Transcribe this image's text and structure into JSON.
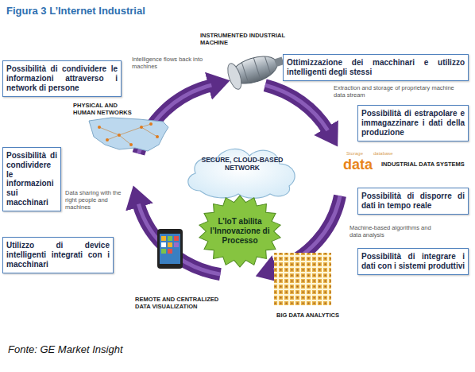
{
  "diagram": {
    "title": "Figura 3 L’Internet Industrial",
    "caption": "Fonte: GE Market Insight",
    "nodes": [
      {
        "text": [
          "Possibilità di condividere le informazioni attraverso i network di persone"
        ]
      },
      {
        "text": [
          "Possibilità di condividere le informazioni sui macchinari"
        ]
      },
      {
        "text": [
          "Utilizzo di device intelligenti integrati con i macchinari"
        ]
      },
      {
        "text": [
          "SECURE, CLOUD-BASED NETWORK"
        ]
      },
      {
        "text": [
          "L’IoT abilita l’Innovazione di Processo"
        ]
      },
      {
        "text": [
          "Ottimizzazione dei macchinari e utilizzo intelligenti degli stessi"
        ]
      },
      {
        "text": [
          "Possibilità di estrapolare e immagazzinare i dati della produzione"
        ]
      },
      {
        "text": [
          "Possibilità di disporre di dati in tempo reale"
        ]
      },
      {
        "text": [
          "Possibilità di integrare i dati con i sistemi produttivi"
        ]
      }
    ],
    "labels": [
      "INSTRUMENTED INDUSTRIAL MACHINE",
      "Intelligence flows back into machines",
      "Extraction and storage of proprietary machine data stream",
      "PHYSICAL AND HUMAN NETWORKS",
      "Storage",
      "database",
      "data",
      "INDUSTRIAL DATA SYSTEMS",
      "Data sharing with the right people and machines",
      "Machine-based algorithms and data analysis",
      "REMOTE AND CENTRALIZED DATA VISUALIZATION",
      "BIG DATA ANALYTICS"
    ]
  }
}
